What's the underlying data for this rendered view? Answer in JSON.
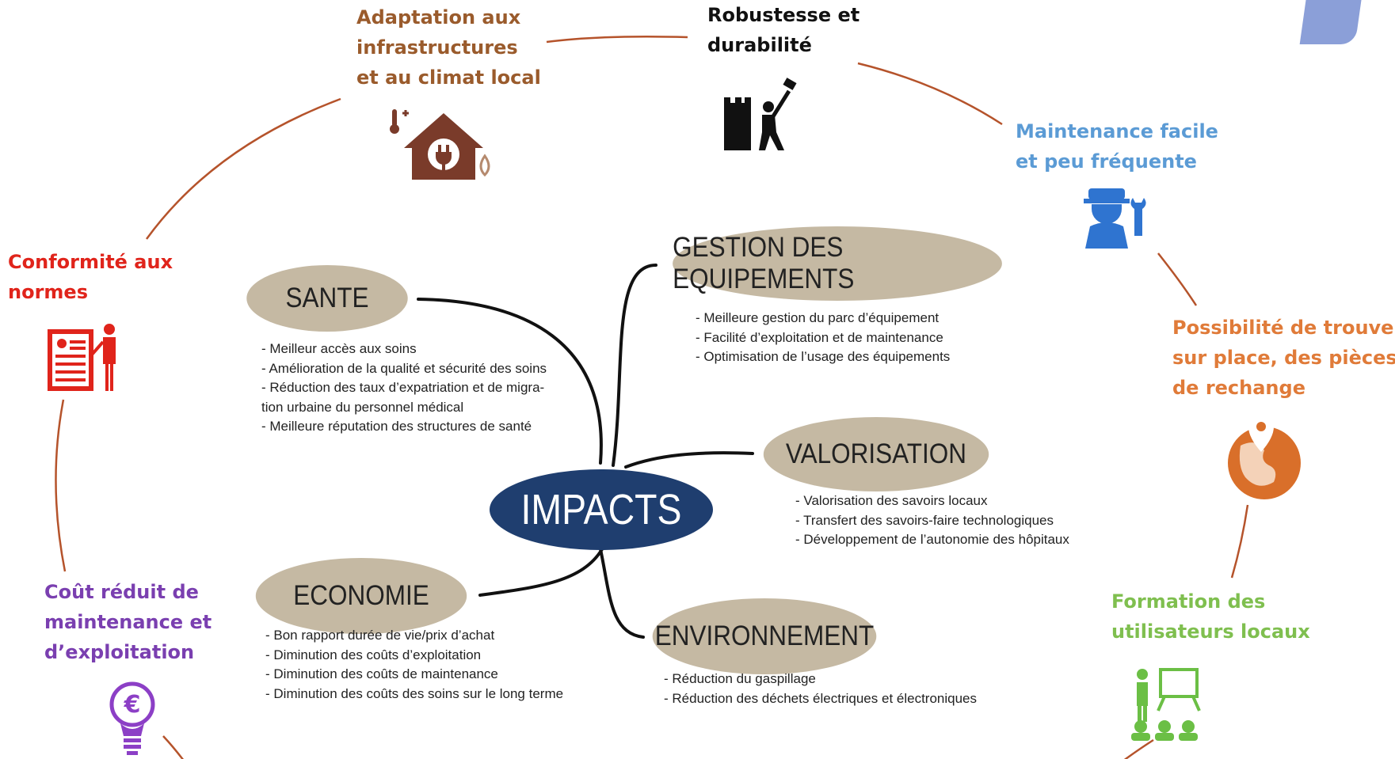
{
  "center": {
    "label": "IMPACTS"
  },
  "colors": {
    "ring": "#b5532b",
    "center": "#1f3e6f",
    "category": "#c5b9a3",
    "brown": "#9a5b2c",
    "black": "#111111",
    "blue": "#5b9bd5",
    "orange": "#e07b39",
    "green": "#7fbf4f",
    "purple": "#7a3fb0",
    "red": "#e0241b"
  },
  "criteria": [
    {
      "key": "adaptation",
      "lines": [
        "Adaptation aux",
        "infrastructures",
        "et au climat local"
      ],
      "color": "#9a5b2c",
      "icon": "house-plug-icon"
    },
    {
      "key": "robustesse",
      "lines": [
        "Robustesse et",
        "durabilité"
      ],
      "color": "#111111",
      "icon": "hammer-worker-icon"
    },
    {
      "key": "maintenance",
      "lines": [
        "Maintenance facile",
        "et peu fréquente"
      ],
      "color": "#5b9bd5",
      "icon": "technician-icon"
    },
    {
      "key": "pieces",
      "lines": [
        "Possibilité de trouver,",
        "sur place, des pièces",
        "de rechange"
      ],
      "color": "#e07b39",
      "icon": "globe-pin-icon"
    },
    {
      "key": "formation",
      "lines": [
        "Formation des",
        "utilisateurs locaux"
      ],
      "color": "#7fbf4f",
      "icon": "training-icon"
    },
    {
      "key": "cout",
      "lines": [
        "Coût réduit de",
        "maintenance et",
        "d’exploitation"
      ],
      "color": "#7a3fb0",
      "icon": "euro-bulb-icon"
    },
    {
      "key": "conformite",
      "lines": [
        "Conformité aux",
        "normes"
      ],
      "color": "#e0241b",
      "icon": "certificate-presenter-icon"
    }
  ],
  "categories": [
    {
      "key": "sante",
      "label": "SANTE",
      "bullets": [
        "- Meilleur accès aux soins",
        "- Amélioration de la qualité et sécurité des soins",
        "- Réduction des taux d’expatriation et de migra-",
        "tion urbaine du personnel médical",
        "- Meilleure réputation des structures de santé"
      ]
    },
    {
      "key": "gestion",
      "label": "GESTION DES EQUIPEMENTS",
      "bullets": [
        "- Meilleure gestion du parc d’équipement",
        "- Facilité d’exploitation et de maintenance",
        "- Optimisation de l’usage des équipements"
      ]
    },
    {
      "key": "valorisation",
      "label": "VALORISATION",
      "bullets": [
        "- Valorisation des savoirs locaux",
        "- Transfert des savoirs-faire technologiques",
        "- Développement de l’autonomie des hôpitaux"
      ]
    },
    {
      "key": "economie",
      "label": "ECONOMIE",
      "bullets": [
        "- Bon rapport durée de vie/prix d’achat",
        "- Diminution des coûts d’exploitation",
        "- Diminution des coûts de maintenance",
        "- Diminution des coûts des soins sur le long terme"
      ]
    },
    {
      "key": "environnement",
      "label": "ENVIRONNEMENT",
      "bullets": [
        "- Réduction du gaspillage",
        "- Réduction des déchets électriques et électroniques"
      ]
    }
  ]
}
